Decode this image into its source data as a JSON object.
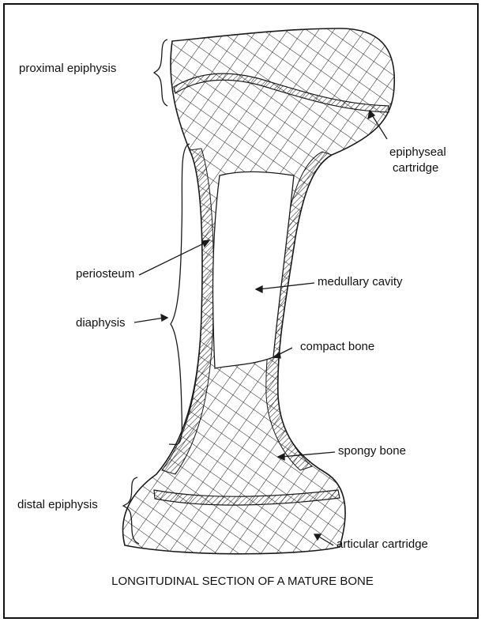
{
  "labels": {
    "proximal_epiphysis": "proximal epiphysis",
    "epiphyseal_cartridge_line1": "epiphyseal",
    "epiphyseal_cartridge_line2": "cartridge",
    "periosteum": "periosteum",
    "medullary_cavity": "medullary cavity",
    "diaphysis": "diaphysis",
    "compact_bone": "compact bone",
    "spongy_bone": "spongy bone",
    "distal_epiphysis": "distal epiphysis",
    "articular_cartridge": "articular cartridge"
  },
  "caption": "LONGITUDINAL SECTION OF A MATURE BONE",
  "colors": {
    "ink": "#1a1a1a",
    "background": "#ffffff"
  }
}
